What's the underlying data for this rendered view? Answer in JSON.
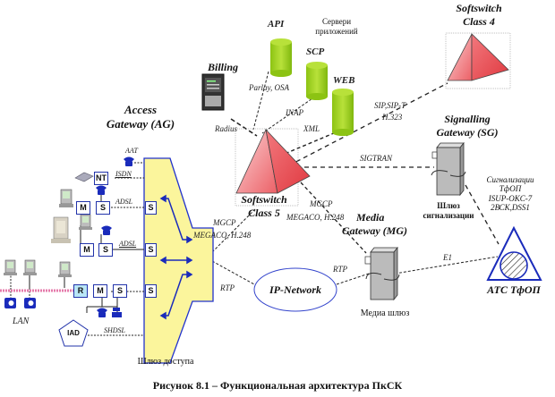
{
  "caption": "Рисунок 8.1 – Функциональная архитектура ПкСК",
  "access_gateway": {
    "title_line1": "Access",
    "title_line2": "Gateway (AG)",
    "caption": "Шлюз доступа",
    "port_label": "S",
    "line_labels": {
      "aat": "ААТ",
      "isdn": "ISDN",
      "adsl": "ADSL",
      "adsl2": "ADSL",
      "shdsl": "SHDSL"
    },
    "boxes": {
      "nt": "NT",
      "m": "M",
      "s": "S",
      "r": "R",
      "iad": "IAD"
    },
    "lan_label": "LAN",
    "protocol_label_1": "MGCP",
    "protocol_label_2": "MEGACO, H.248",
    "rtp_label": "RTP"
  },
  "billing": {
    "title": "Billing",
    "radius_label": "Radius",
    "parlay_label": "Parlay, OSA"
  },
  "app_servers": {
    "caption_line1": "Сервери",
    "caption_line2": "приложений",
    "api_label": "API",
    "scp_label": "SCP",
    "web_label": "WEB",
    "inap_label": "INAP",
    "xml_label": "XML"
  },
  "softswitch_class5": {
    "title_line1": "Softswitch",
    "title_line2": "Class 5",
    "mgcp_label": "MGCP",
    "megaco_label": "MEGACO, H.248",
    "sigtran_label": "SIGTRAN"
  },
  "softswitch_class4": {
    "title_line1": "Softswitch",
    "title_line2": "Class 4",
    "sip_label_1": "SIP,SIP-T",
    "sip_label_2": "H.323"
  },
  "signalling_gateway": {
    "title_line1": "Signalling",
    "title_line2": "Gateway (SG)",
    "caption_line1": "Шлюз",
    "caption_line2": "сигнализации",
    "pstn_sig_1": "Сигнализации",
    "pstn_sig_2": "ТфОП",
    "pstn_sig_3": "ISUP-OKC-7",
    "pstn_sig_4": "2ВСК,DSS1"
  },
  "media_gateway": {
    "title_line1": "Media",
    "title_line2": "Gateway (MG)",
    "caption": "Медиа шлюз",
    "rtp_label": "RTP",
    "e1_label": "E1"
  },
  "ip_network": {
    "label": "IP-Network"
  },
  "pstn_exchange": {
    "label": "АТС ТфОП"
  },
  "colors": {
    "gateway_fill": "#fbf59c",
    "gateway_stroke": "#2233cc",
    "pyramid": "#ee5a5f",
    "db_green": "#9acd1e",
    "device_gray": "#b8b8b8",
    "lan_pink": "#e57aaa",
    "link_dark": "#222222",
    "blue": "#1a2bbb"
  }
}
